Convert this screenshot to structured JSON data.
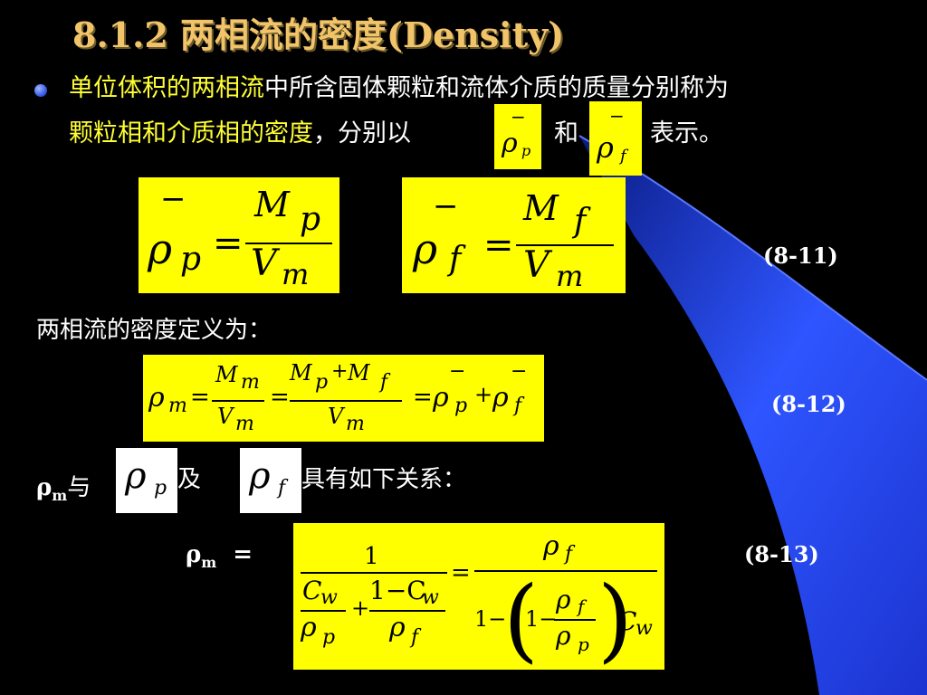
{
  "title": "8.1.2 两相流的密度(Density)",
  "para1": {
    "highlight1": "单位体积的两相流",
    "text1": "中所含固体颗粒和流体介质的质量分别称为",
    "highlight2": "颗粒相和介质相的密度",
    "text2": "，分别以",
    "and": "和",
    "end": "表示。"
  },
  "symbols": {
    "rho": "ρ",
    "bar": "−",
    "p": "p",
    "f": "f",
    "m": "m",
    "M": "M",
    "V": "V",
    "C": "C",
    "w": "w",
    "eq": "=",
    "plus": "+",
    "one": "1",
    "one_minus": "1−",
    "one_minus_C": "1−C",
    "lparen": "(",
    "rparen": ")"
  },
  "eq_numbers": {
    "e11": "(8-11)",
    "e12": "(8-12)",
    "e13": "(8-13)"
  },
  "para2": "两相流的密度定义为：",
  "para3": {
    "rho_m": "ρ",
    "sub_m": "m",
    "with": "与",
    "and": "及",
    "relation": "具有如下关系："
  },
  "rho_m_eq": {
    "rho": "ρ",
    "sub": "m",
    "eq": "="
  },
  "colors": {
    "background": "#000000",
    "title": "#f2c46a",
    "highlight": "#ffff33",
    "box": "#ffff00",
    "swoosh": "#2a4cf0"
  }
}
